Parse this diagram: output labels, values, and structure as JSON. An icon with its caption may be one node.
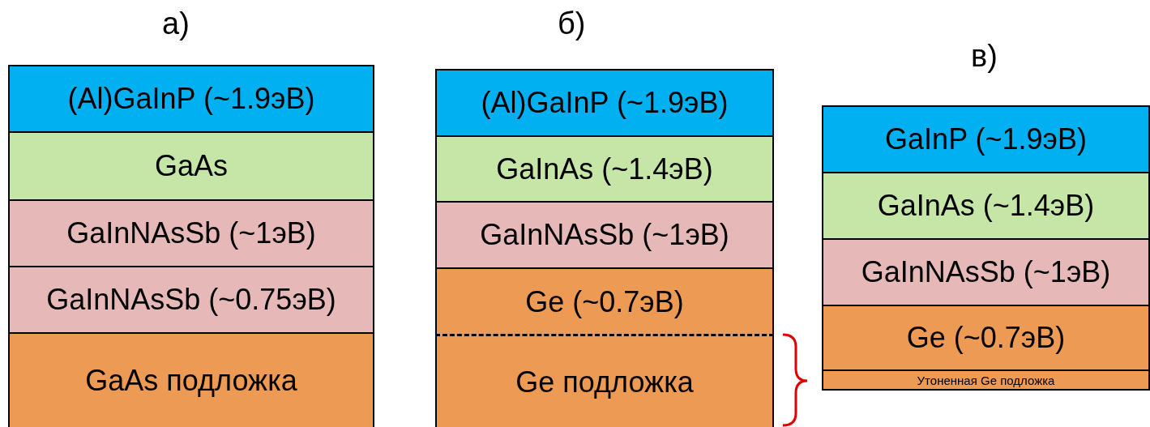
{
  "diagram": {
    "nodes": [
      {
        "text": [
          "(Al)GaInP (~1.9эВ)"
        ]
      },
      {
        "text": [
          "GaAs"
        ]
      },
      {
        "text": [
          "GaInNAsSb (~1эВ)"
        ]
      },
      {
        "text": [
          "GaInNAsSb (~0.75эВ)"
        ]
      },
      {
        "text": [
          "GaAs подложка"
        ]
      },
      {
        "text": [
          "(Al)GaInP (~1.9эВ)"
        ]
      },
      {
        "text": [
          "GaInAs (~1.4эВ)"
        ]
      },
      {
        "text": [
          "GaInNAsSb (~1эВ)"
        ]
      },
      {
        "text": [
          "Ge (~0.7эВ)"
        ]
      },
      {
        "text": [
          "Ge подложка"
        ]
      },
      {
        "text": [
          "GaInP (~1.9эВ)"
        ]
      },
      {
        "text": [
          "GaInAs (~1.4эВ)"
        ]
      },
      {
        "text": [
          "GaInNAsSb (~1эВ)"
        ]
      },
      {
        "text": [
          "Ge (~0.7эВ)"
        ]
      },
      {
        "text": [
          "Утоненная Ge подложка"
        ]
      }
    ],
    "edges": [],
    "labels": [
      "а)",
      "б)",
      "в)"
    ]
  }
}
